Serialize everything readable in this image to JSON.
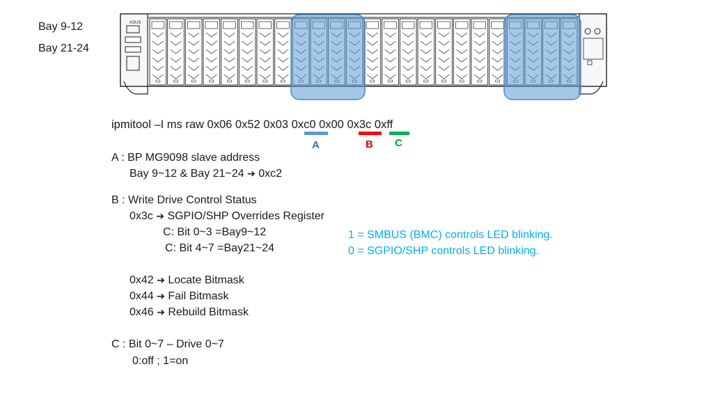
{
  "bay_labels": [
    "Bay 9-12",
    "Bay 21-24"
  ],
  "server": {
    "brand": "ASUS",
    "bays_total": 24,
    "highlighted_groups": [
      "9-12",
      "21-24"
    ]
  },
  "command": {
    "prefix": "ipmitool –I ms raw 0x06 0x52 0x03 ",
    "arg_a": "0xc0",
    "mid": " 0x00 ",
    "arg_b": "0x3c",
    "sep": " ",
    "arg_c": "0xff"
  },
  "markers": [
    {
      "label": "A",
      "color": "#5b9bd5",
      "text_color": "#2e75b6"
    },
    {
      "label": "B",
      "color": "#ff0000",
      "text_color": "#e00000"
    },
    {
      "label": "C",
      "color": "#00b050",
      "text_color": "#00a040"
    }
  ],
  "section_a": {
    "title": "A : BP MG9098 slave address",
    "line": "Bay 9~12 & Bay 21~24",
    "value": "0xc2"
  },
  "section_b": {
    "title": "B : Write Drive Control Status",
    "reg_code": "0x3c",
    "reg_name": "SGPIO/SHP Overrides Register",
    "bits1": "C: Bit 0~3 =Bay9~12",
    "bits2": "C: Bit 4~7 =Bay21~24",
    "bitmasks": [
      {
        "code": "0x42",
        "name": "Locate Bitmask"
      },
      {
        "code": "0x44",
        "name": "Fail Bitmask"
      },
      {
        "code": "0x46",
        "name": "Rebuild Bitmask"
      }
    ]
  },
  "section_c": {
    "title": "C : Bit 0~7 – Drive 0~7",
    "line": "0:off ; 1=on"
  },
  "notes": {
    "color": "#00b0f0",
    "line1": "1 = SMBUS (BMC) controls LED blinking.",
    "line2": "0 = SGPIO/SHP controls LED blinking."
  }
}
